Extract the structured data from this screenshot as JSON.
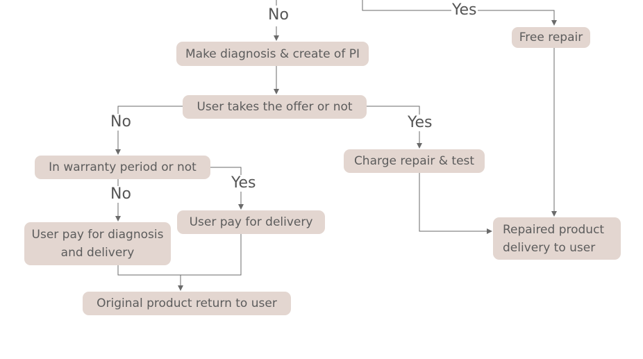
{
  "colors": {
    "node_fill": "#e3d6d0",
    "node_text": "#5c5c5c",
    "line": "#6a6a6a",
    "label_text": "#555555"
  },
  "nodes": {
    "diagnosis": "Make diagnosis & create of PI",
    "offer": "User takes the offer or not",
    "warranty": "In warranty period or not",
    "pay_diag": "User pay for diagnosis and delivery",
    "pay_delivery": "User pay for delivery",
    "return_product": "Original product return to user",
    "charge_repair": "Charge repair & test",
    "free_repair": "Free repair",
    "repaired_delivery": "Repaired product delivery to user"
  },
  "labels": {
    "top_no": "No",
    "top_yes": "Yes",
    "offer_no": "No",
    "offer_yes": "Yes",
    "warranty_no": "No",
    "warranty_yes": "Yes"
  }
}
